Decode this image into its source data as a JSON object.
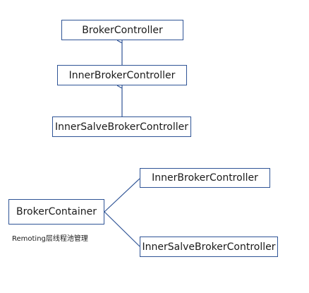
{
  "hierarchy": {
    "top": "BrokerController",
    "middle": "InnerBrokerController",
    "bottom": "InnerSalveBrokerController"
  },
  "container": {
    "root": "BrokerContainer",
    "child_top": "InnerBrokerController",
    "child_bottom": "InnerSalveBrokerController",
    "note": "Remoting层线程池管理"
  },
  "colors": {
    "line": "#2f5496",
    "text": "#1a1a1a"
  }
}
